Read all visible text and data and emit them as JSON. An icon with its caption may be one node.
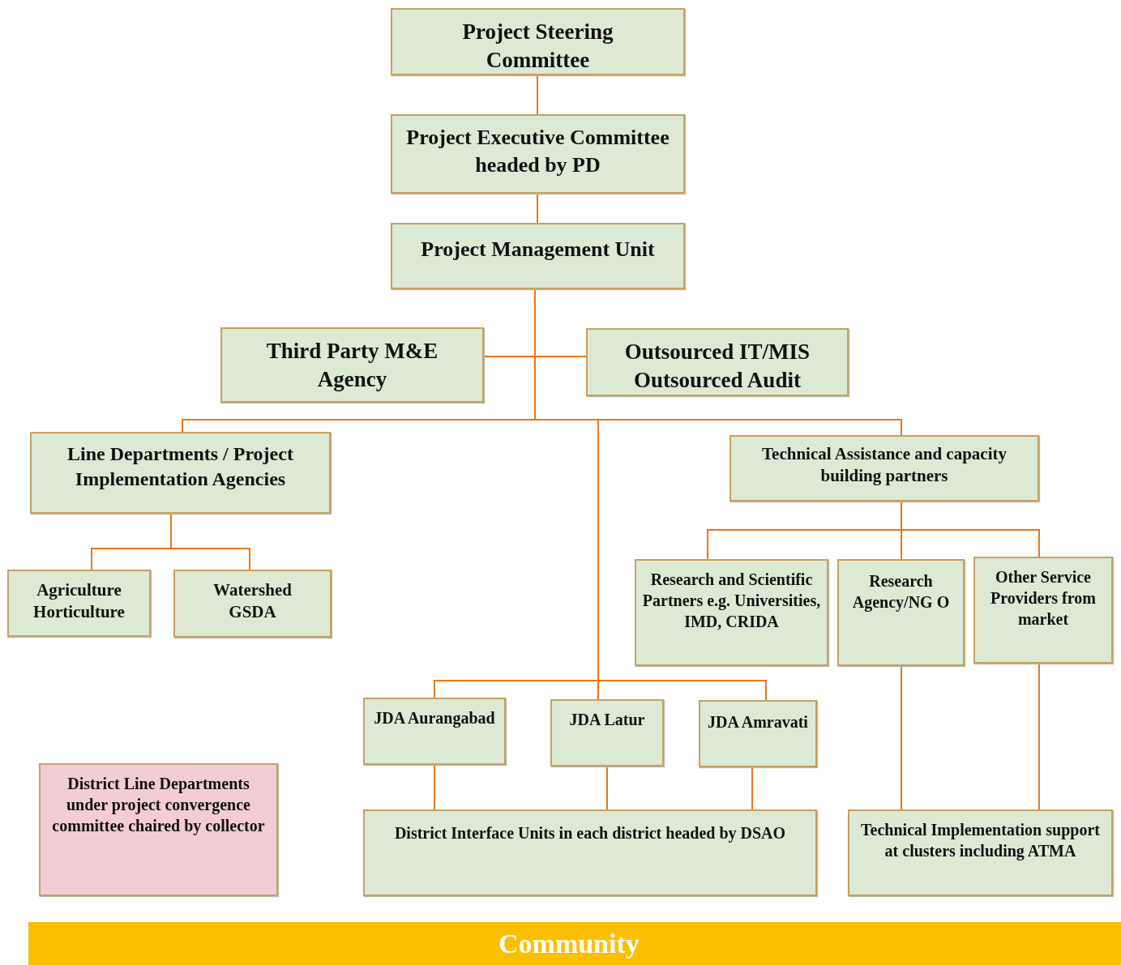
{
  "diagram": {
    "nodes": [
      {
        "text": [
          "Project Steering Committee"
        ]
      },
      {
        "text": [
          "Project Executive Committee headed by PD"
        ]
      },
      {
        "text": [
          "Project Management Unit"
        ]
      },
      {
        "text": [
          "Third Party M&E Agency"
        ]
      },
      {
        "text": [
          "Outsourced IT/MIS Outsourced Audit"
        ]
      },
      {
        "text": [
          "Line Departments / Project Implementation Agencies"
        ]
      },
      {
        "text": [
          "Technical Assistance and capacity building partners"
        ]
      },
      {
        "text": [
          "Agriculture Horticulture"
        ]
      },
      {
        "text": [
          "Watershed GSDA"
        ]
      },
      {
        "text": [
          "Research and Scientific Partners e.g. Universities, IMD, CRIDA"
        ]
      },
      {
        "text": [
          "Research Agency/NG O"
        ]
      },
      {
        "text": [
          "Other Service Providers from market"
        ]
      },
      {
        "text": [
          "JDA Aurangabad"
        ]
      },
      {
        "text": [
          "JDA Latur"
        ]
      },
      {
        "text": [
          "JDA Amravati"
        ]
      },
      {
        "text": [
          "District Line Departments under project convergence committee chaired by collector"
        ]
      },
      {
        "text": [
          "District Interface Units in each district headed by DSAO"
        ]
      },
      {
        "text": [
          "Technical Implementation support at clusters including ATMA"
        ]
      },
      {
        "text": [
          "Community"
        ]
      }
    ],
    "edges": [
      {
        "from": 0,
        "to": 1,
        "arrow": "none"
      },
      {
        "from": 1,
        "to": 2,
        "arrow": "none"
      },
      {
        "from": 2,
        "to": 3,
        "arrow": "none"
      },
      {
        "from": 2,
        "to": 4,
        "arrow": "none"
      },
      {
        "from": 2,
        "to": 5,
        "arrow": "none"
      },
      {
        "from": 2,
        "to": 6,
        "arrow": "none"
      },
      {
        "from": 2,
        "to": 12,
        "arrow": "none"
      },
      {
        "from": 2,
        "to": 13,
        "arrow": "none"
      },
      {
        "from": 2,
        "to": 14,
        "arrow": "none"
      },
      {
        "from": 5,
        "to": 7,
        "arrow": "none"
      },
      {
        "from": 5,
        "to": 8,
        "arrow": "none"
      },
      {
        "from": 6,
        "to": 9,
        "arrow": "none"
      },
      {
        "from": 6,
        "to": 10,
        "arrow": "none"
      },
      {
        "from": 6,
        "to": 11,
        "arrow": "none"
      },
      {
        "from": 12,
        "to": 16,
        "arrow": "none"
      },
      {
        "from": 13,
        "to": 16,
        "arrow": "none"
      },
      {
        "from": 14,
        "to": 16,
        "arrow": "none"
      },
      {
        "from": 10,
        "to": 17,
        "arrow": "none"
      },
      {
        "from": 11,
        "to": 17,
        "arrow": "none"
      }
    ]
  }
}
